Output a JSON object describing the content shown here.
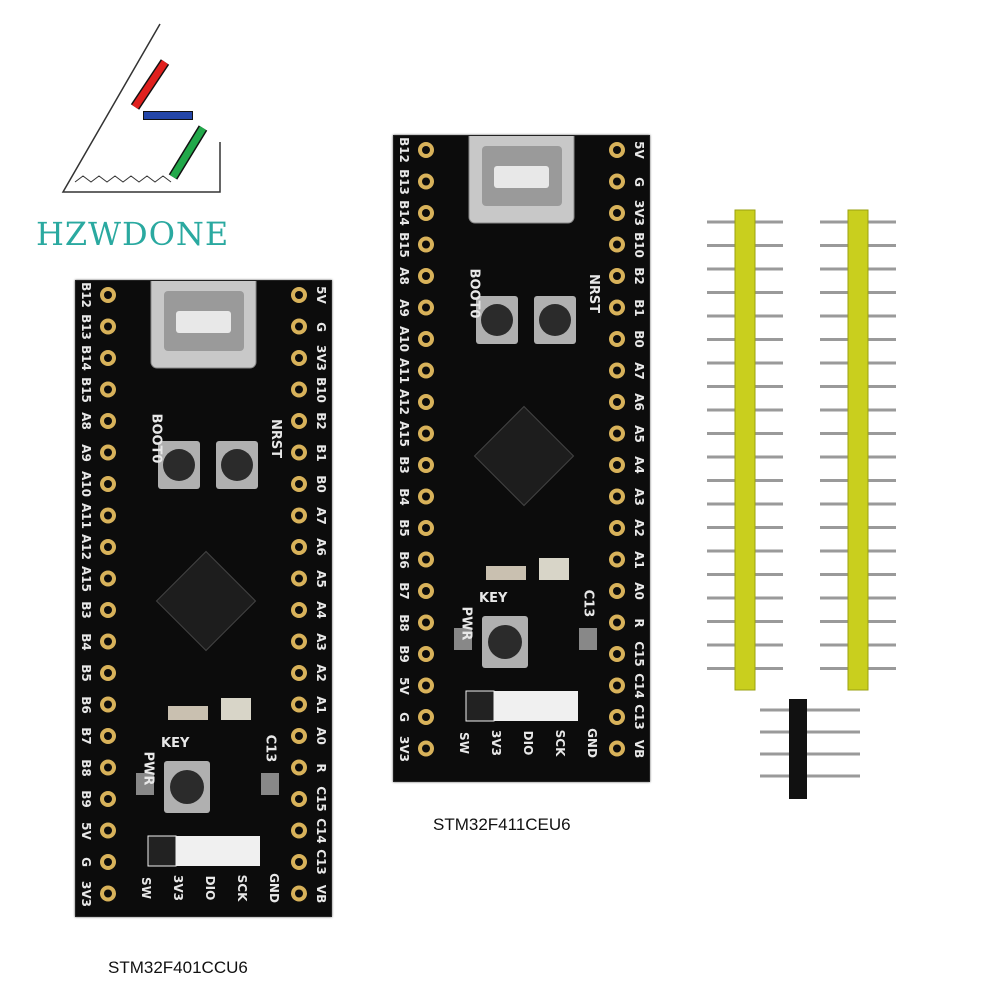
{
  "brand": {
    "name": "HZWDONE"
  },
  "board_left": {
    "caption": "STM32F401CCU6",
    "left_pins": [
      "B12",
      "B13",
      "B14",
      "B15",
      "A8",
      "A9",
      "A10",
      "A11",
      "A12",
      "A15",
      "B3",
      "B4",
      "B5",
      "B6",
      "B7",
      "B8",
      "B9",
      "5V",
      "G",
      "3V3"
    ],
    "right_pins": [
      "5V",
      "G",
      "3V3",
      "B10",
      "B2",
      "B1",
      "B0",
      "A7",
      "A6",
      "A5",
      "A4",
      "A3",
      "A2",
      "A1",
      "A0",
      "R",
      "C15",
      "C14",
      "C13",
      "VB"
    ],
    "buttons": [
      "BOOT0",
      "NRST",
      "KEY"
    ],
    "leds": [
      "PWR",
      "C13"
    ],
    "swd_pins": [
      "SW",
      "3V3",
      "DIO",
      "SCK",
      "GND"
    ]
  },
  "board_right": {
    "caption": "STM32F411CEU6",
    "left_pins": [
      "B12",
      "B13",
      "B14",
      "B15",
      "A8",
      "A9",
      "A10",
      "A11",
      "A12",
      "A15",
      "B3",
      "B4",
      "B5",
      "B6",
      "B7",
      "B8",
      "B9",
      "5V",
      "G",
      "3V3"
    ],
    "right_pins": [
      "5V",
      "G",
      "3V3",
      "B10",
      "B2",
      "B1",
      "B0",
      "A7",
      "A6",
      "A5",
      "A4",
      "A3",
      "A2",
      "A1",
      "A0",
      "R",
      "C15",
      "C14",
      "C13",
      "VB"
    ],
    "buttons": [
      "BOOT0",
      "NRST",
      "KEY"
    ],
    "leds": [
      "PWR",
      "C13"
    ],
    "swd_pins": [
      "SW",
      "3V3",
      "DIO",
      "SCK",
      "GND"
    ]
  },
  "colors": {
    "pcb": "#0c0c0c",
    "header": "#c9cf1e",
    "brand": "#2aa9a0"
  }
}
